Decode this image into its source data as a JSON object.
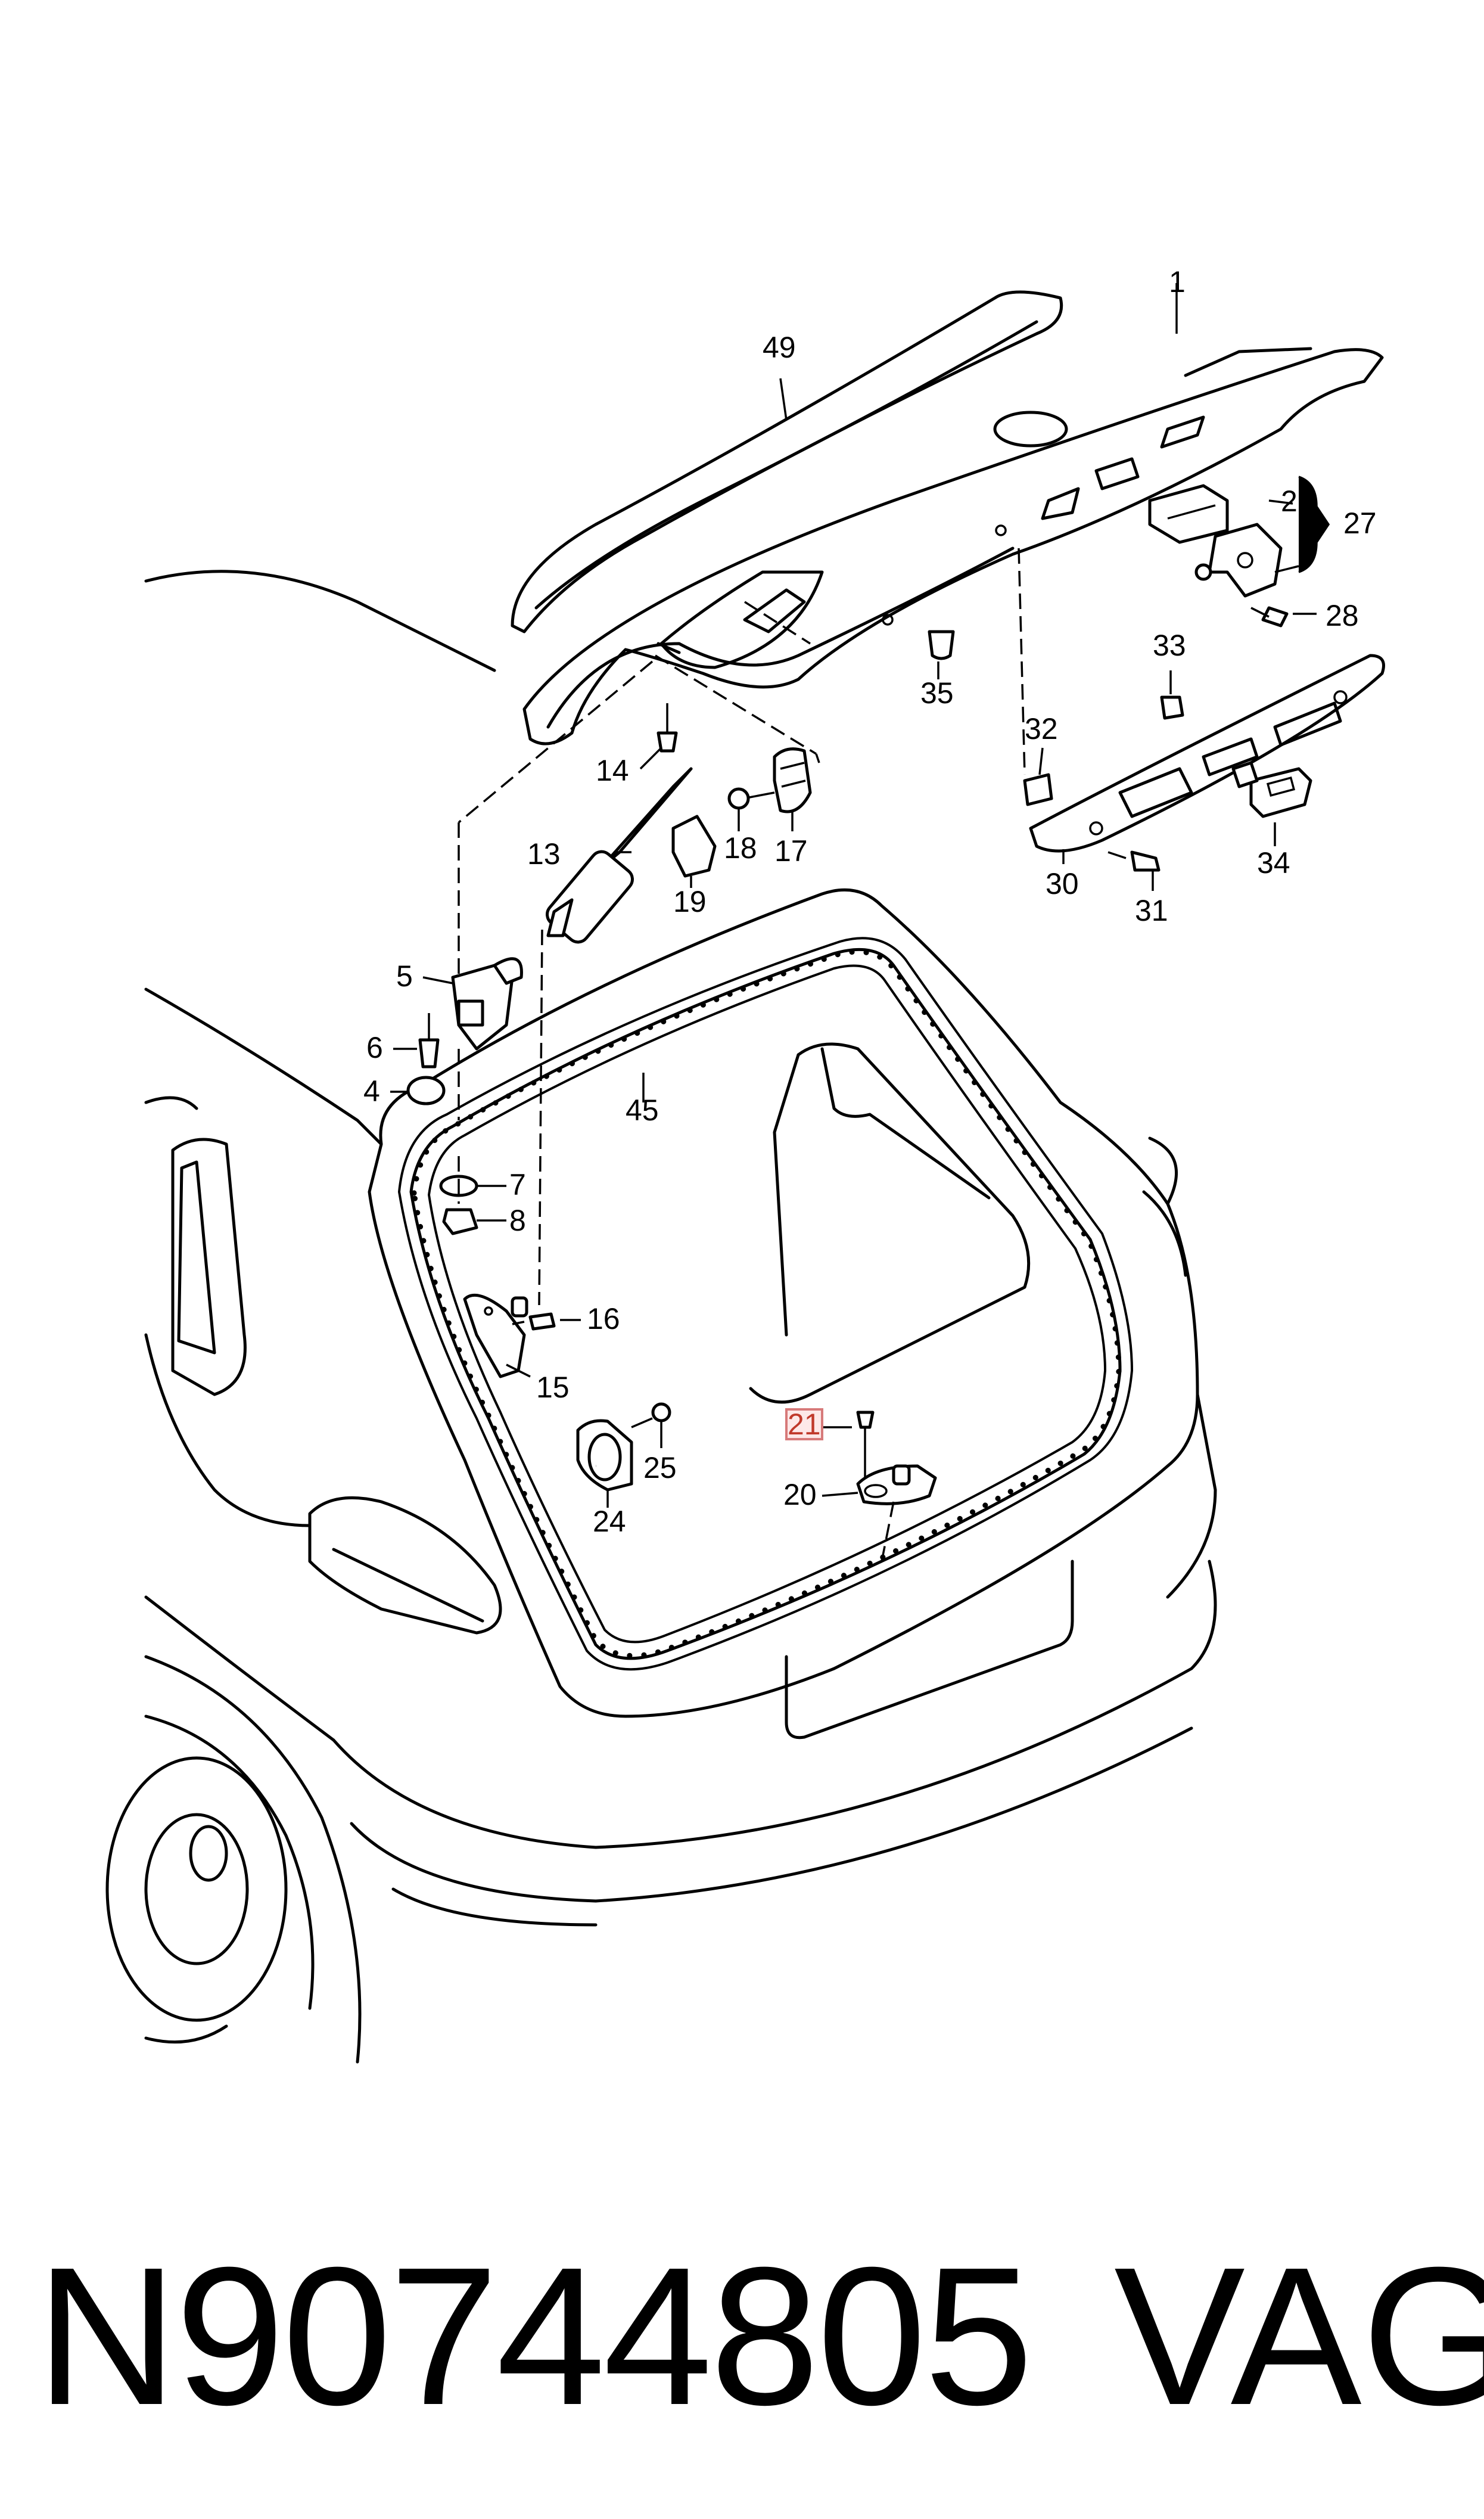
{
  "callouts": {
    "c1": "1",
    "c4": "4",
    "c5": "5",
    "c6": "6",
    "c7": "7",
    "c8": "8",
    "c13": "13",
    "c14": "14",
    "c15": "15",
    "c16": "16",
    "c17": "17",
    "c18": "18",
    "c19": "19",
    "c20": "20",
    "c21": "21",
    "c24": "24",
    "c25": "25",
    "c27": "27",
    "c28": "28",
    "c29": "29",
    "c30": "30",
    "c31": "31",
    "c32": "32",
    "c33": "33",
    "c34": "34",
    "c35": "35",
    "c45": "45",
    "c49": "49"
  },
  "highlighted_callout": "21",
  "footer": {
    "part_number": "N90744805",
    "brand": "VAG"
  }
}
